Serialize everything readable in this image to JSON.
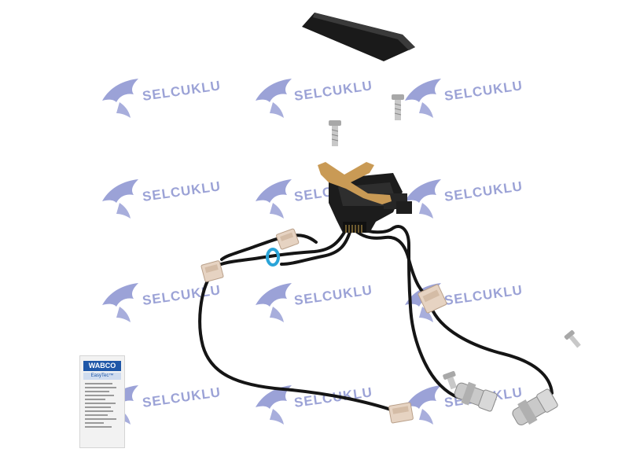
{
  "watermark": {
    "text": "SELCUKLU",
    "color": "#7a83c9"
  },
  "label": {
    "brand": "WABCO",
    "product": "EasyTec™",
    "brand_color": "#1f57a8"
  },
  "parts": {
    "cover_color": "#1a1a1a",
    "tape_color": "#c99a55",
    "clip_color": "#2aa4d8",
    "connector_color": "#e6d3c2",
    "cable_color": "#151515"
  }
}
